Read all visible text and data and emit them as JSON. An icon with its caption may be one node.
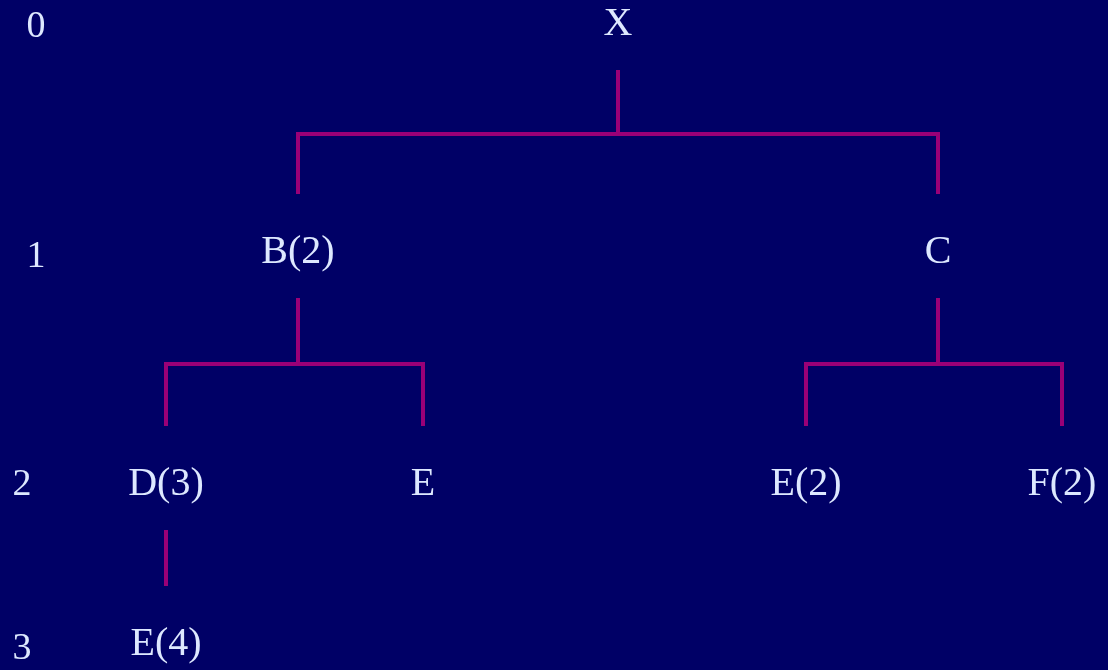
{
  "diagram": {
    "nodes": [
      {
        "text": [
          "X"
        ]
      },
      {
        "text": [
          "B(2)"
        ]
      },
      {
        "text": [
          "C"
        ]
      },
      {
        "text": [
          "D(3)"
        ]
      },
      {
        "text": [
          "E"
        ]
      },
      {
        "text": [
          "E(2)"
        ]
      },
      {
        "text": [
          "F(2)"
        ]
      },
      {
        "text": [
          "E(4)"
        ]
      }
    ],
    "edges": [
      {
        "from": 0,
        "to": 1,
        "arrow": "none"
      },
      {
        "from": 0,
        "to": 2,
        "arrow": "none"
      },
      {
        "from": 1,
        "to": 3,
        "arrow": "none"
      },
      {
        "from": 1,
        "to": 4,
        "arrow": "none"
      },
      {
        "from": 2,
        "to": 5,
        "arrow": "none"
      },
      {
        "from": 2,
        "to": 6,
        "arrow": "none"
      },
      {
        "from": 3,
        "to": 7,
        "arrow": "none"
      }
    ],
    "labels": [
      "0",
      "1",
      "2",
      "3"
    ]
  }
}
